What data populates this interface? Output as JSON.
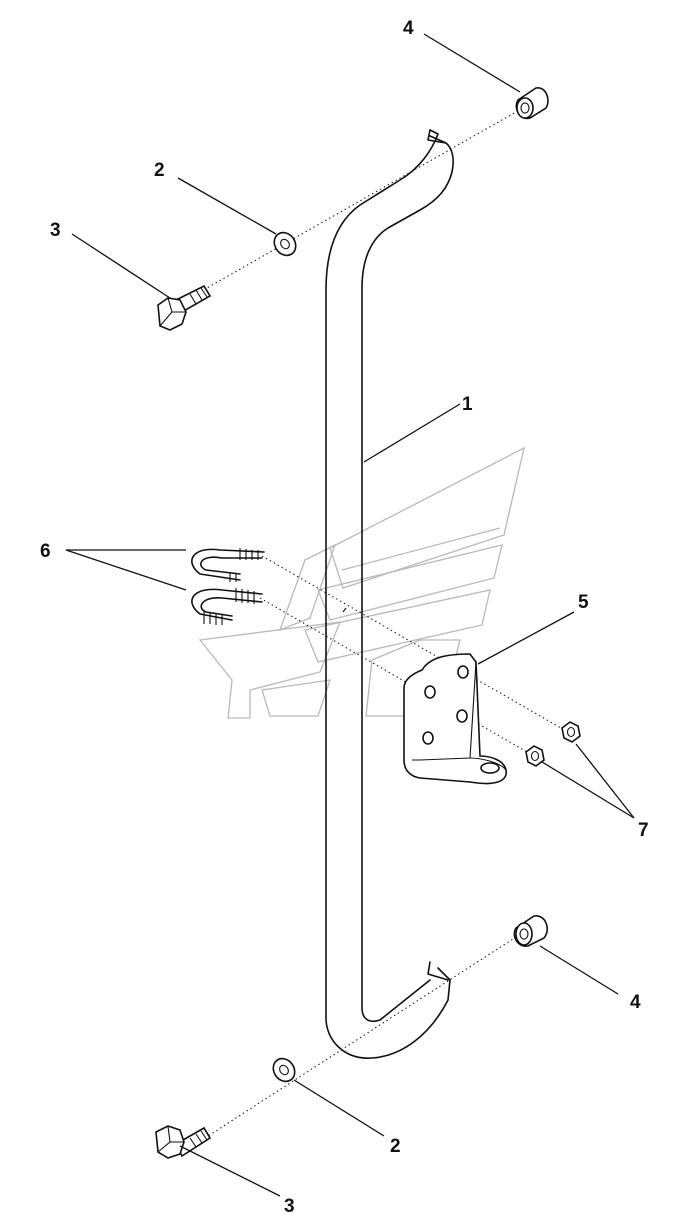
{
  "diagram": {
    "callouts": {
      "c1": "1",
      "c2_top": "2",
      "c3_top": "3",
      "c4_top": "4",
      "c5": "5",
      "c6": "6",
      "c7": "7",
      "c4_bottom": "4",
      "c2_bottom": "2",
      "c3_bottom": "3"
    }
  }
}
